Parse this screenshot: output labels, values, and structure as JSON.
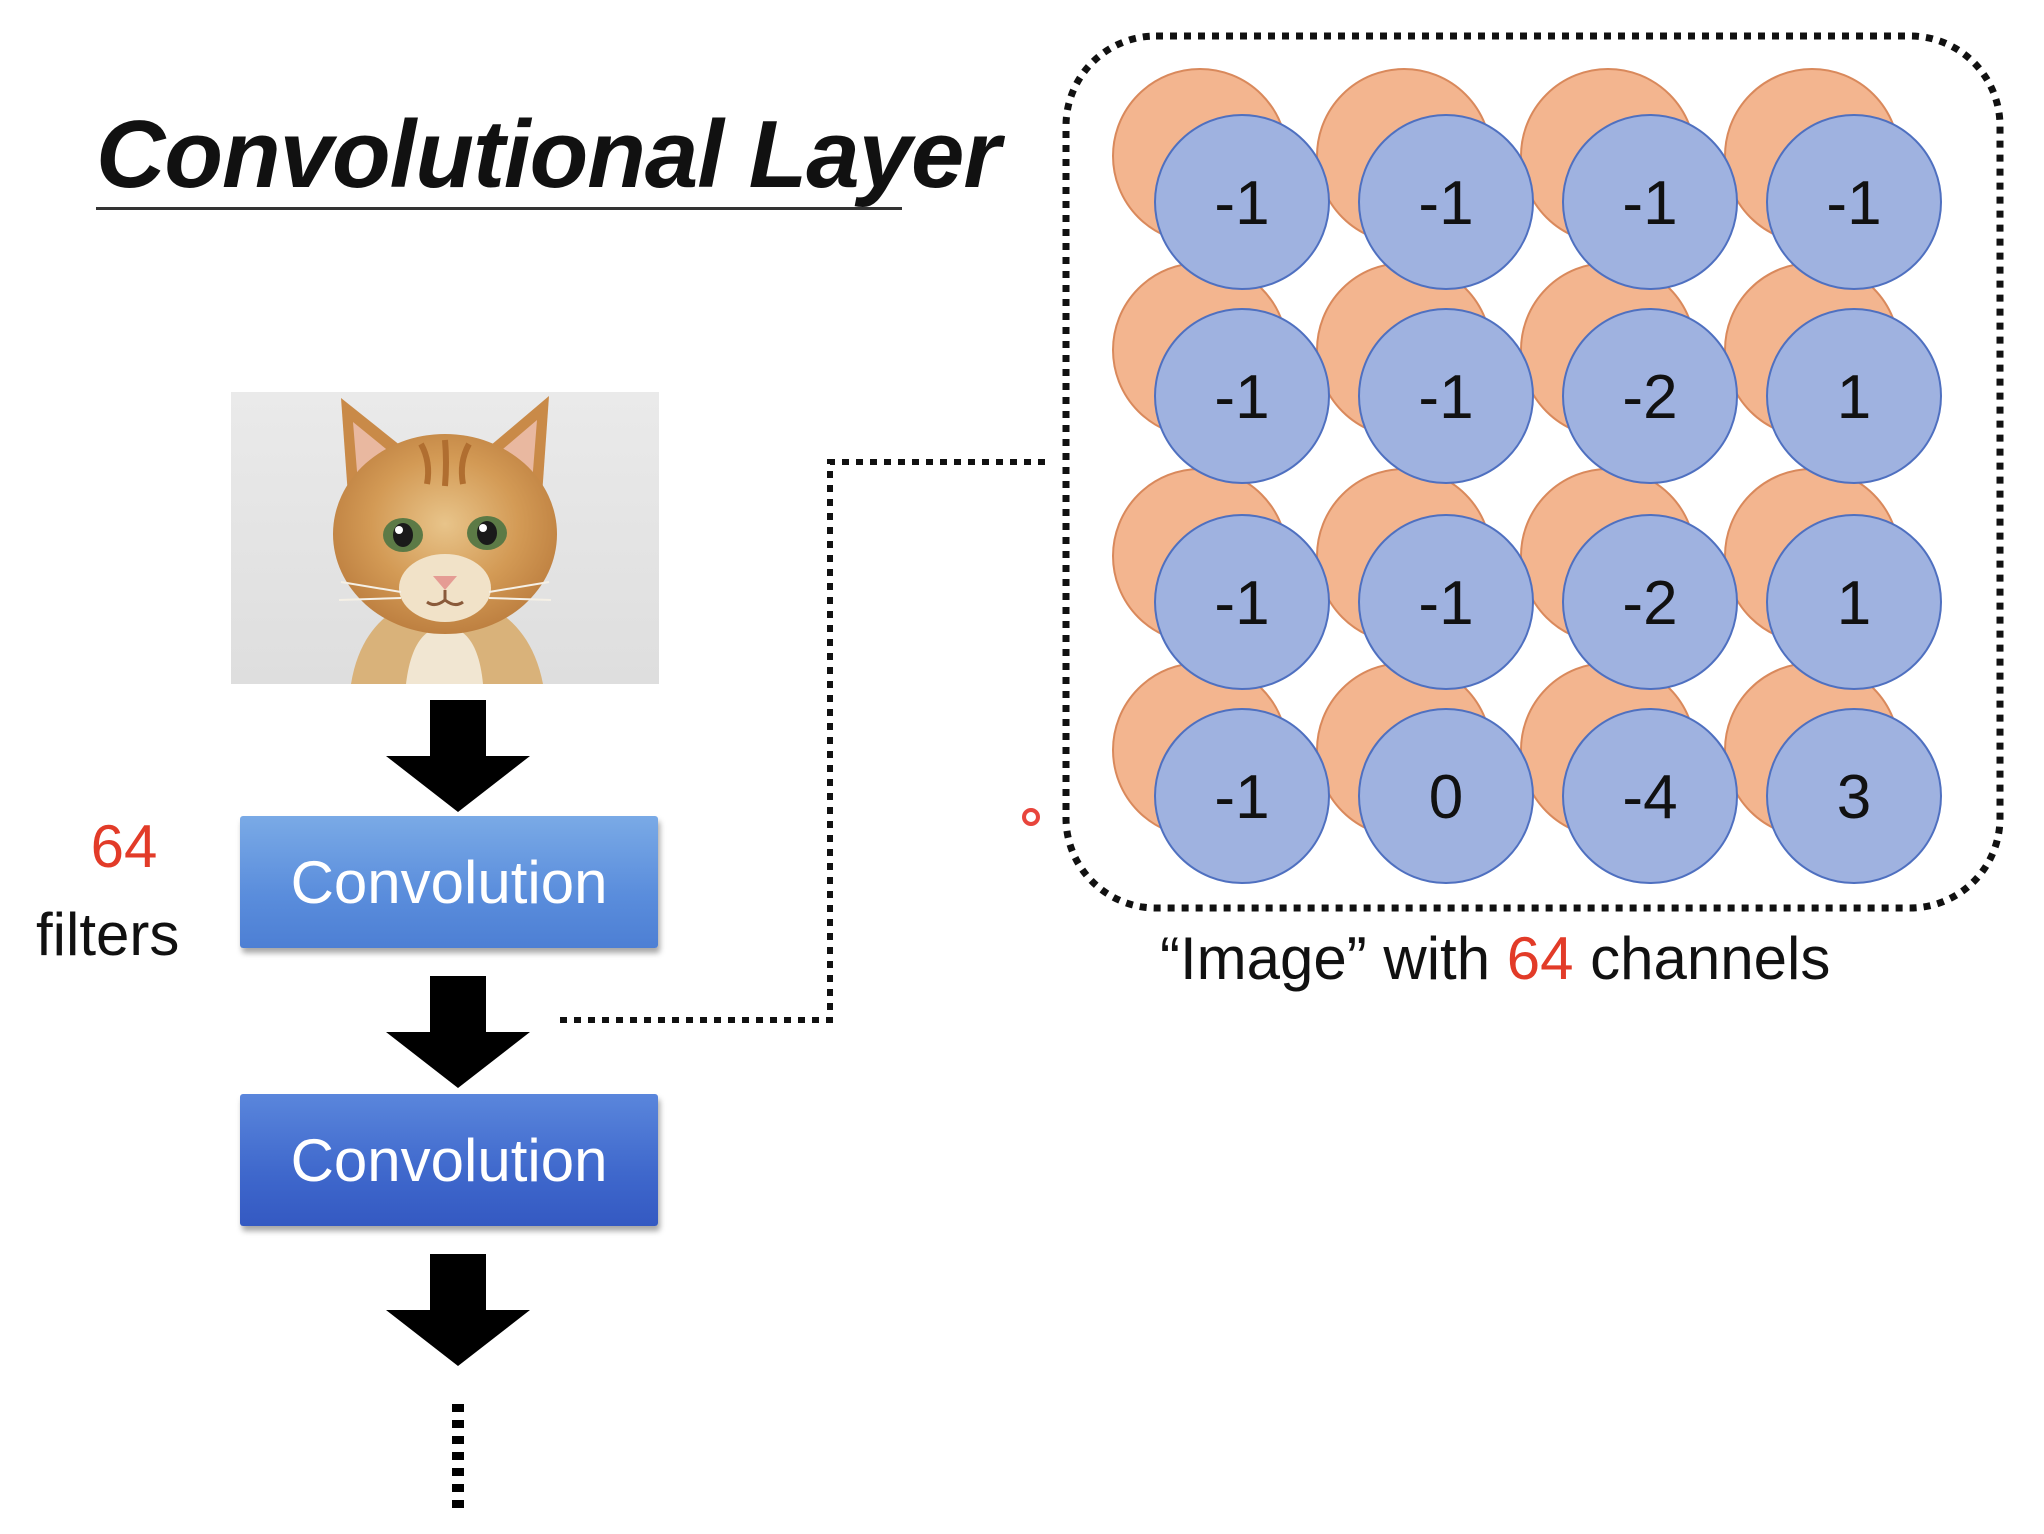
{
  "title": "Convolutional Layer",
  "filters": {
    "count": "64",
    "label": "filters"
  },
  "convolution_labels": [
    "Convolution",
    "Convolution"
  ],
  "caption": {
    "prefix": "“Image” with ",
    "highlight": "64",
    "suffix": " channels"
  },
  "channel_grid": {
    "rows": [
      [
        "-1",
        "-1",
        "-1",
        "-1"
      ],
      [
        "-1",
        "-1",
        "-2",
        "1"
      ],
      [
        "-1",
        "-1",
        "-2",
        "1"
      ],
      [
        "-1",
        "0",
        "-4",
        "3"
      ]
    ]
  },
  "colors": {
    "front_circle": "#9fb2e0",
    "front_circle_stroke": "#4f70c0",
    "back_circle": "#f3b58f",
    "back_circle_stroke": "#d9895c",
    "highlight": "#e23b28",
    "arrow": "#000000"
  },
  "icons": {
    "photo": "cat-photo",
    "arrow": "down-arrow-icon",
    "pointer": "laser-pointer-icon"
  }
}
